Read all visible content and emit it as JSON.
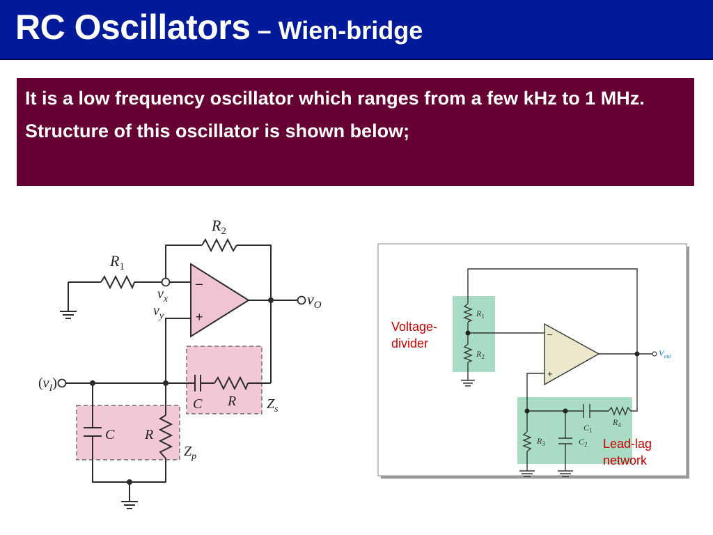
{
  "slide": {
    "title_main": "RC Oscillators",
    "title_sub": " – Wien-bridge",
    "para1": "It is a low frequency oscillator which ranges from a few kHz to 1 MHz.",
    "para2": "Structure of this oscillator is shown below;"
  },
  "colors": {
    "title_bg": "#001a99",
    "box_bg": "#660033",
    "pink_fill": "#f2c8d8",
    "green_fill": "#a8dcc4",
    "opamp_left": "#f0c4d4",
    "opamp_right": "#ede8cc",
    "annotation": "#cc0000"
  },
  "diagram_left": {
    "R2": "R",
    "R2_sub": "2",
    "R1": "R",
    "R1_sub": "1",
    "minus": "–",
    "plus": "+",
    "vx": "v",
    "vx_sub": "x",
    "vy": "v",
    "vy_sub": "y",
    "vo": "v",
    "vo_sub": "O",
    "vi_open": "(",
    "vi": "v",
    "vi_sub": "I",
    "vi_close": ")",
    "C_series": "C",
    "R_series": "R",
    "Zs": "Z",
    "Zs_sub": "s",
    "C_par": "C",
    "R_par": "R",
    "Zp": "Z",
    "Zp_sub": "p"
  },
  "diagram_right": {
    "R1": "R",
    "R1_sub": "1",
    "R2": "R",
    "R2_sub": "2",
    "R3": "R",
    "R3_sub": "3",
    "R4": "R",
    "R4_sub": "4",
    "C1": "C",
    "C1_sub": "1",
    "C2": "C",
    "C2_sub": "2",
    "minus": "–",
    "plus": "+",
    "vout": "V",
    "vout_sub": "out",
    "voltage_divider_1": "Voltage-",
    "voltage_divider_2": "divider",
    "leadlag_1": "Lead-lag",
    "leadlag_2": "network"
  }
}
